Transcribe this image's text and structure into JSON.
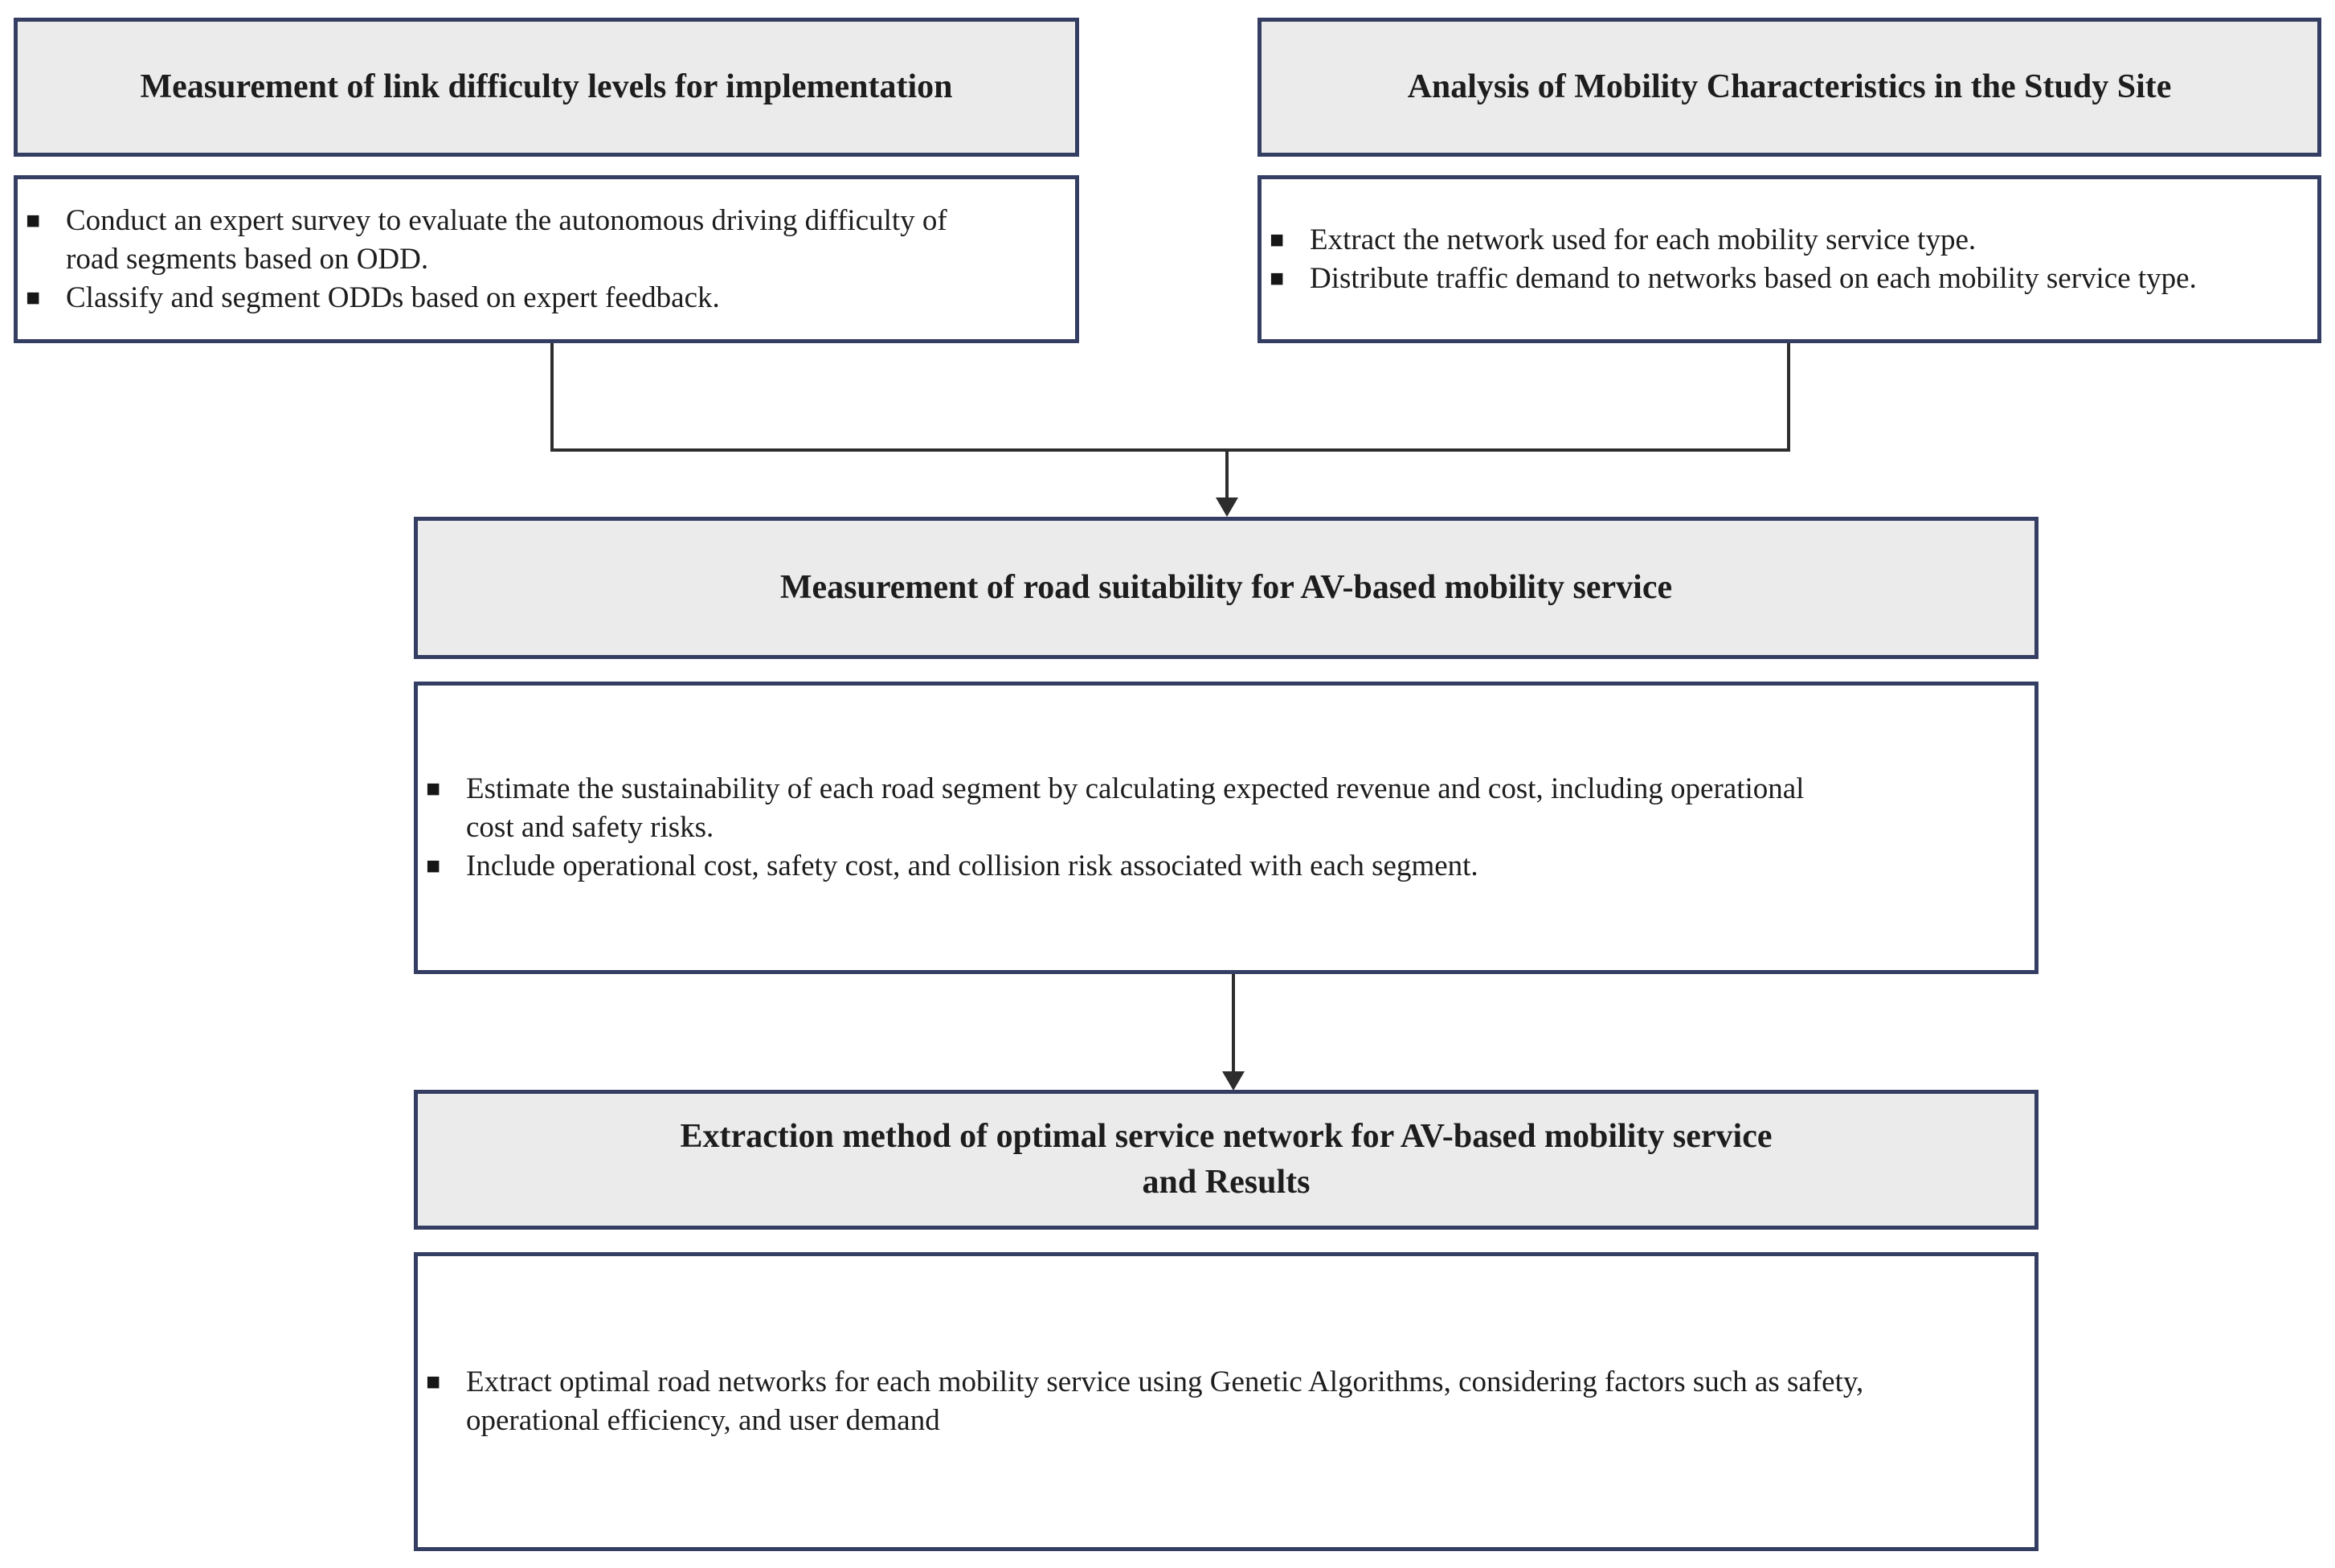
{
  "colors": {
    "box_border": "#343e63",
    "header_fill": "#ebebeb",
    "content_fill": "#ffffff",
    "text": "#1d1d1d",
    "connector": "#2d2d2d"
  },
  "bullet_glyph": "■",
  "boxes": {
    "top_left": {
      "header": "Measurement of link difficulty levels for implementation",
      "bullets": [
        "Conduct an expert survey to evaluate the autonomous driving difficulty of road segments based on ODD.",
        "Classify and segment ODDs based on expert feedback."
      ]
    },
    "top_right": {
      "header": "Analysis of Mobility Characteristics in the Study Site",
      "bullets": [
        "Extract the network used for each mobility service type.",
        "Distribute traffic demand to networks based on each mobility service type."
      ]
    },
    "middle": {
      "header": "Measurement of road suitability for AV-based mobility service",
      "bullets": [
        "Estimate the sustainability of each road segment by calculating expected revenue and cost, including operational cost and safety risks.",
        "Include operational cost, safety cost, and collision risk associated with each segment."
      ]
    },
    "bottom": {
      "header_lines": [
        "Extraction method of optimal service network for AV-based mobility service",
        "and Results"
      ],
      "bullets": [
        "Extract optimal road networks for each mobility service using Genetic Algorithms, considering factors such as safety, operational efficiency, and user demand"
      ]
    }
  }
}
